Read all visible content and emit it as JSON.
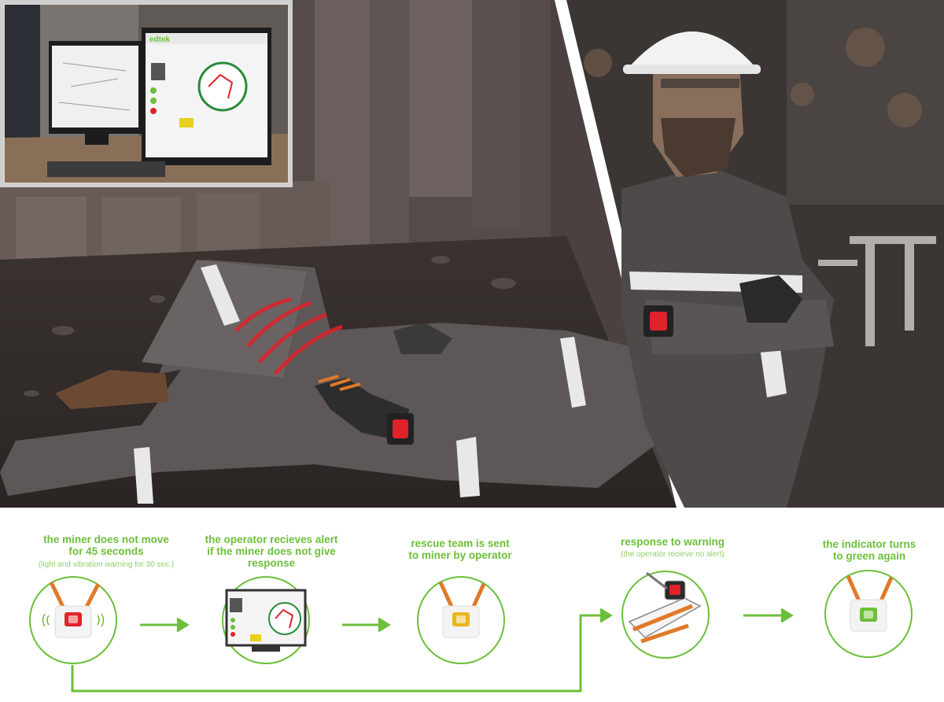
{
  "colors": {
    "accent_green": "#6cbf3a",
    "alert_red": "#e0222a",
    "indicator_yellow": "#e8b620",
    "indicator_green": "#6cbf3a",
    "strap_orange": "#e07a2a"
  },
  "monitor": {
    "logo_text": "edtek",
    "alert_button_color": "#e8d020"
  },
  "steps": [
    {
      "title_line1": "the miner does not move",
      "title_line2": "for 45 seconds",
      "subtitle": "(light and vibration warning for 30 sec.)",
      "indicator_state": "red-blinking",
      "icon": "wrist-device-icon"
    },
    {
      "title_line1": "the operator recieves alert",
      "title_line2": "if the miner does not give",
      "title_line3": "response",
      "subtitle": "",
      "indicator_state": "alert-on-monitor",
      "icon": "monitor-icon"
    },
    {
      "title_line1": "rescue team is sent",
      "title_line2": "to miner by operator",
      "subtitle": "",
      "indicator_state": "yellow",
      "icon": "wrist-device-icon"
    },
    {
      "title_line1": "response to warning",
      "title_line2": "",
      "subtitle": "(the operator recieve no alert)",
      "indicator_state": "pressed",
      "icon": "hand-press-icon"
    },
    {
      "title_line1": "the indicator turns",
      "title_line2": "to green again",
      "subtitle": "",
      "indicator_state": "green",
      "icon": "wrist-device-icon"
    }
  ],
  "arrows": [
    {
      "from": "step-1",
      "to": "step-2",
      "icon": "arrow-right-icon"
    },
    {
      "from": "step-2",
      "to": "step-3",
      "icon": "arrow-right-icon"
    },
    {
      "from": "step-1",
      "to": "step-4",
      "icon": "elbow-arrow-icon"
    },
    {
      "from": "step-4",
      "to": "step-5",
      "icon": "arrow-right-icon"
    }
  ]
}
